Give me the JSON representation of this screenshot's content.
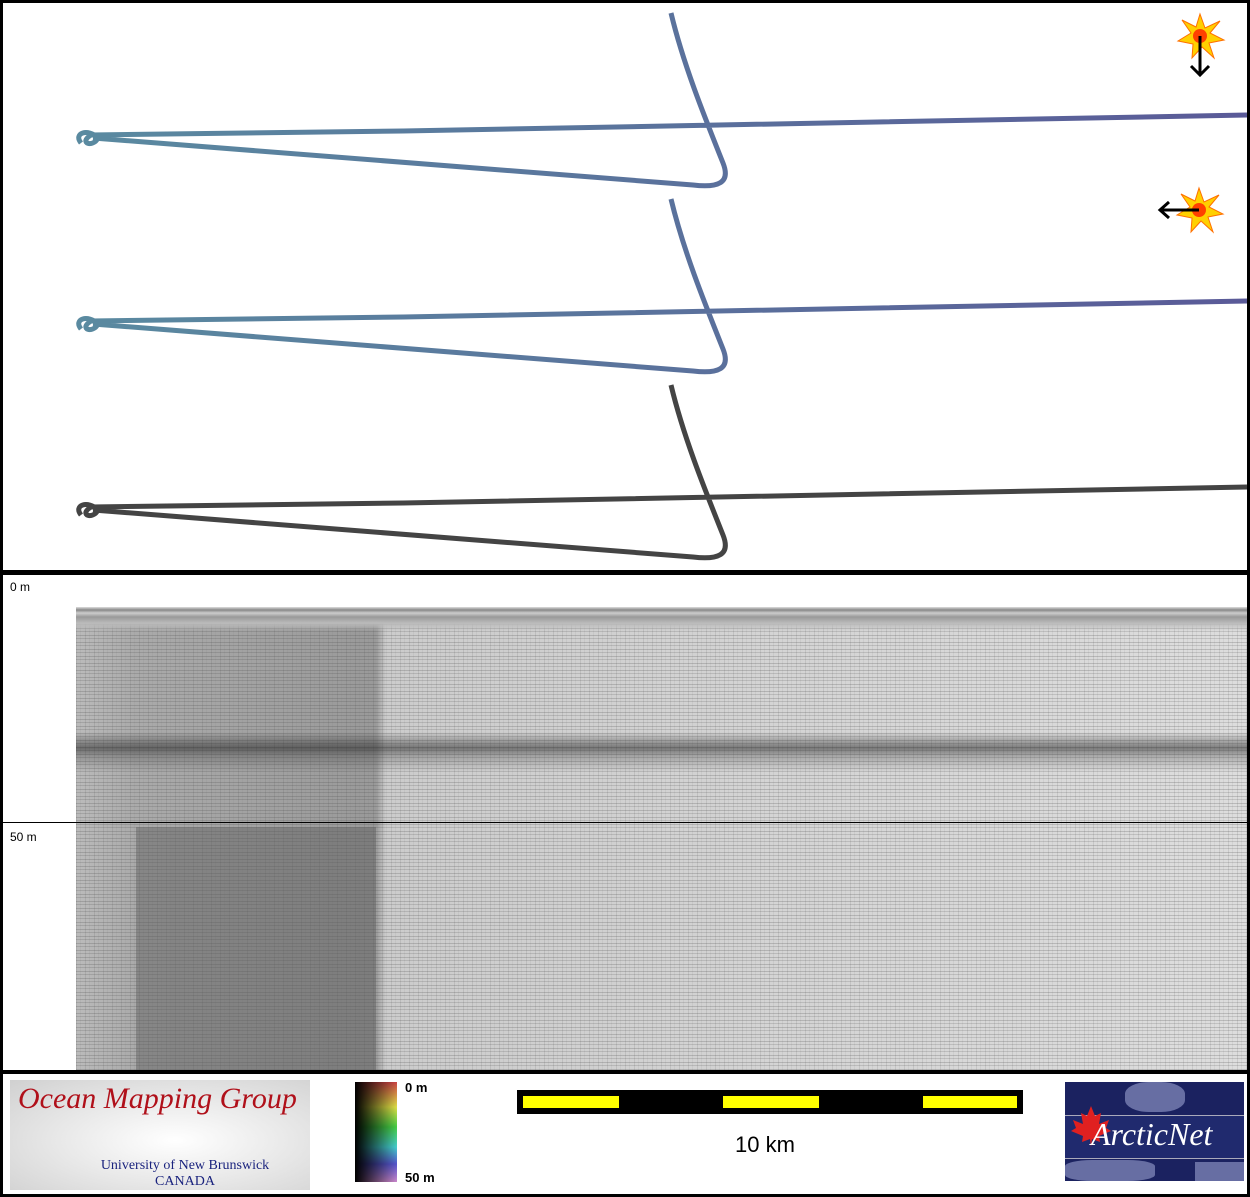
{
  "sonar": {
    "depth_top": "0 m",
    "depth_mid": "50 m"
  },
  "footer": {
    "omg_title": "Ocean Mapping Group",
    "omg_line1": "University of New Brunswick",
    "omg_line2": "CANADA",
    "colorbar_top": "0 m",
    "colorbar_bottom": "50 m",
    "scale_label": "10 km",
    "arcticnet_logo": "ArcticNet"
  },
  "map": {
    "sun_icons": [
      "sun-illumination-south",
      "sun-illumination-west"
    ],
    "track_colors": [
      "#4b5a8c",
      "#4b5a8c",
      "#444444"
    ]
  }
}
